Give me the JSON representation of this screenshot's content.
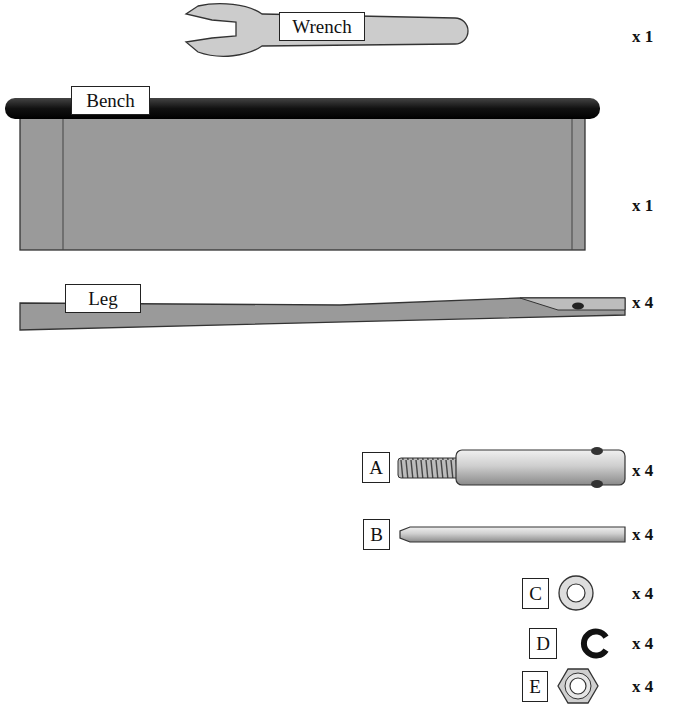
{
  "diagram": {
    "nodes": [
      {
        "text": [
          "Wrench"
        ]
      },
      {
        "text": [
          "Bench"
        ]
      },
      {
        "text": [
          "Leg"
        ]
      },
      {
        "text": [
          "A"
        ]
      },
      {
        "text": [
          "B"
        ]
      },
      {
        "text": [
          "C"
        ]
      },
      {
        "text": [
          "D"
        ]
      },
      {
        "text": [
          "E"
        ]
      }
    ],
    "labels": [
      "x 1",
      "x 1",
      "x 4",
      "x 4",
      "x 4",
      "x 4",
      "x 4",
      "x 4"
    ]
  }
}
